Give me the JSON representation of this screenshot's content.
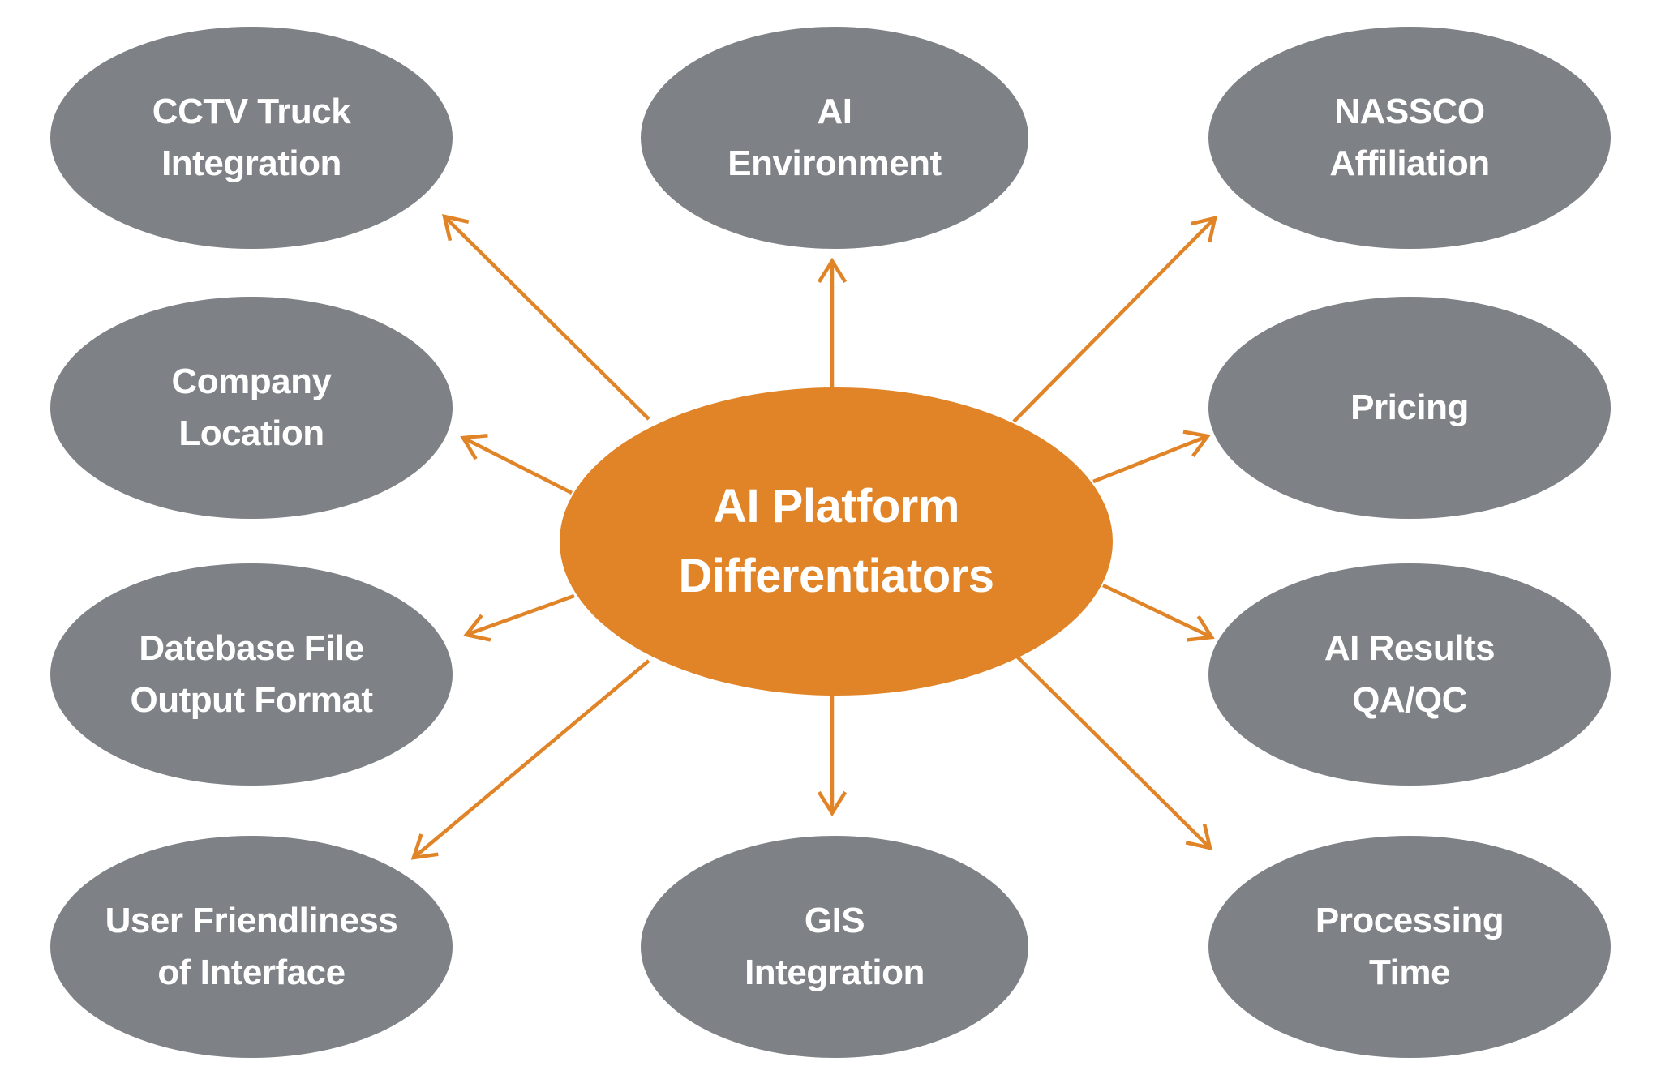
{
  "diagram": {
    "type": "radial-mind-map",
    "center": {
      "id": "ai-platform-differentiators",
      "lines": [
        "AI Platform",
        "Differentiators"
      ]
    },
    "nodes": [
      {
        "id": "cctv-truck-integration",
        "lines": [
          "CCTV Truck",
          "Integration"
        ]
      },
      {
        "id": "company-location",
        "lines": [
          "Company",
          "Location"
        ]
      },
      {
        "id": "datebase-file-output-format",
        "lines": [
          "Datebase File",
          "Output Format"
        ]
      },
      {
        "id": "user-friendliness-of-interface",
        "lines": [
          "User Friendliness",
          "of Interface"
        ]
      },
      {
        "id": "ai-environment",
        "lines": [
          "AI",
          "Environment"
        ]
      },
      {
        "id": "gis-integration",
        "lines": [
          "GIS",
          "Integration"
        ]
      },
      {
        "id": "nassco-affiliation",
        "lines": [
          "NASSCO",
          "Affiliation"
        ]
      },
      {
        "id": "pricing",
        "lines": [
          "Pricing"
        ]
      },
      {
        "id": "ai-results-qa-qc",
        "lines": [
          "AI Results",
          "QA/QC"
        ]
      },
      {
        "id": "processing-time",
        "lines": [
          "Processing",
          "Time"
        ]
      }
    ],
    "edges": [
      {
        "from": "ai-platform-differentiators",
        "to": "cctv-truck-integration"
      },
      {
        "from": "ai-platform-differentiators",
        "to": "company-location"
      },
      {
        "from": "ai-platform-differentiators",
        "to": "datebase-file-output-format"
      },
      {
        "from": "ai-platform-differentiators",
        "to": "user-friendliness-of-interface"
      },
      {
        "from": "ai-platform-differentiators",
        "to": "ai-environment"
      },
      {
        "from": "ai-platform-differentiators",
        "to": "gis-integration"
      },
      {
        "from": "ai-platform-differentiators",
        "to": "nassco-affiliation"
      },
      {
        "from": "ai-platform-differentiators",
        "to": "pricing"
      },
      {
        "from": "ai-platform-differentiators",
        "to": "ai-results-qa-qc"
      },
      {
        "from": "ai-platform-differentiators",
        "to": "processing-time"
      }
    ],
    "colors": {
      "node_gray": "#7E8286",
      "accent_orange": "#E08427",
      "text_white": "#FFFFFF",
      "background": "#FFFFFF"
    }
  }
}
